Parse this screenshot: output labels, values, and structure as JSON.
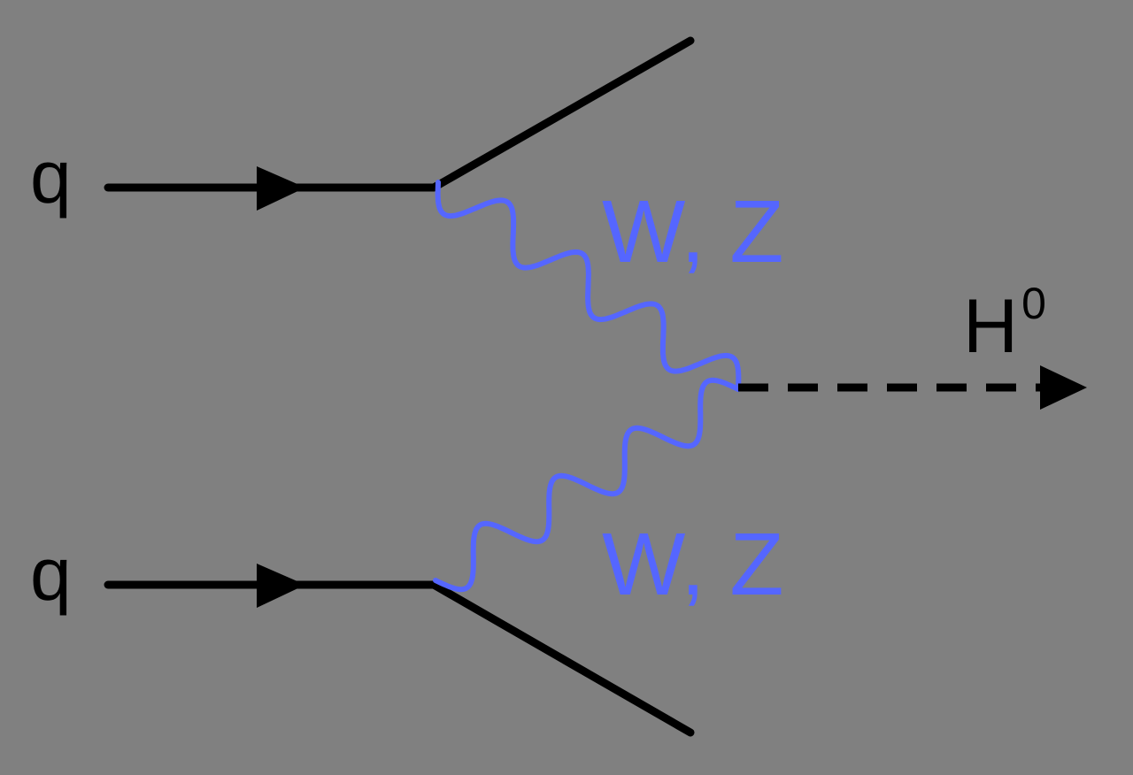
{
  "labels": {
    "quark_top": "q",
    "quark_bottom": "q",
    "boson_upper": "W, Z",
    "boson_lower": "W, Z",
    "higgs_symbol": "H",
    "higgs_superscript": "0"
  },
  "colors": {
    "background": "#808080",
    "fermion_line": "#000000",
    "boson_line": "#5566ff",
    "higgs_line": "#000000"
  }
}
